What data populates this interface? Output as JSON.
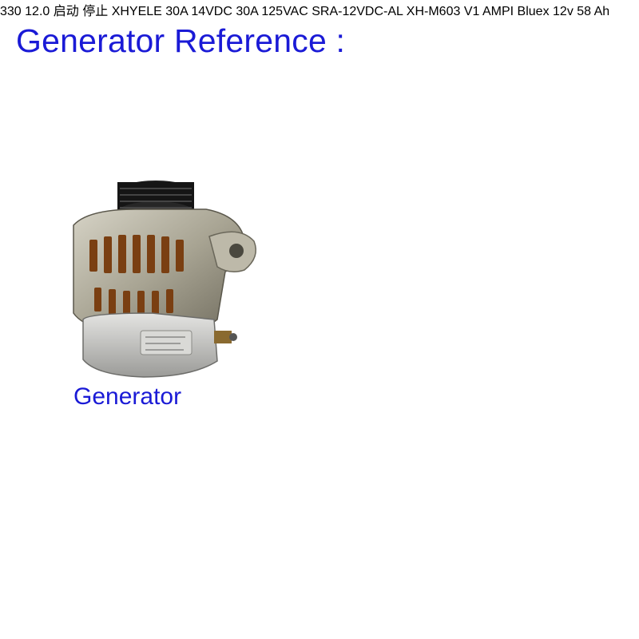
{
  "title": "Generator Reference :",
  "labels": {
    "generator": "Generator"
  },
  "board": {
    "display_value": "12.0",
    "model": "XH-M603",
    "model_version": "V1",
    "relay_brand": "XHYELE",
    "relay_rating_dc": "30A 14VDC",
    "relay_rating_ac": "30A 125VAC",
    "relay_model": "SRA-12VDC-AL",
    "inductor_code": "330",
    "start_label": "启动",
    "stop_label": "停止"
  },
  "battery": {
    "brand_left": "AMPI",
    "brand_right": "Bluex",
    "spec": "12v 58 Ah"
  },
  "colors": {
    "title": "#1a1ad6",
    "wire_positive": "#e0141e",
    "wire_negative": "#111111",
    "pcb": "#1e5eb5",
    "display_digits": "#ff2a2a"
  }
}
